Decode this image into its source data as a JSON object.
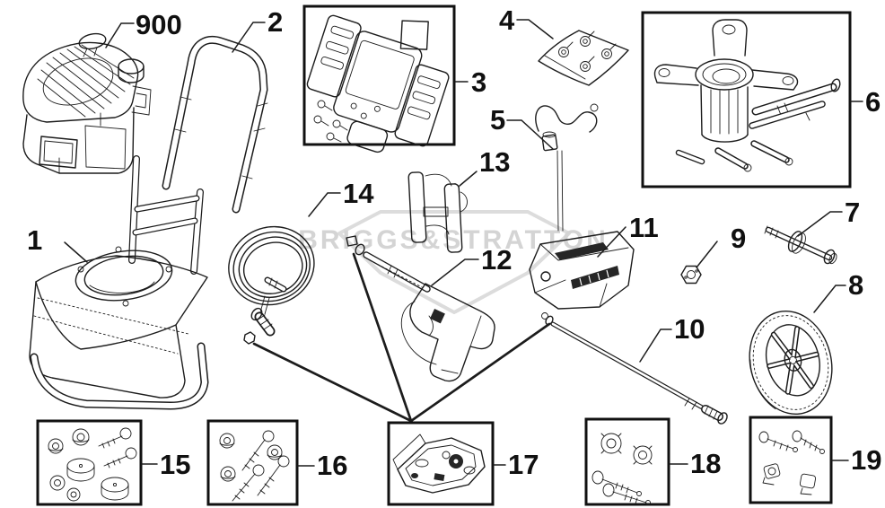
{
  "diagram": {
    "watermark_text": "BRIGGS&STRATTON",
    "callouts": {
      "engine": "900",
      "base_frame": "1",
      "handle": "2",
      "control_panel": "3",
      "nozzle_kit": "4",
      "chemical_hose": "5",
      "pump": "6",
      "axle_bolt": "7",
      "wheel": "8",
      "lock_nut": "9",
      "spray_wand": "10",
      "accessory_bag": "11",
      "spray_gun": "12",
      "hose_hook": "13",
      "high_pressure_hose": "14",
      "hardware_kit_15": "15",
      "hardware_kit_16": "16",
      "maintenance_kit_17": "17",
      "knob_bolt_kit_18": "18",
      "knob_bolt_kit_19": "19"
    },
    "colors": {
      "line": "#1c1c1c",
      "label_text": "#101010",
      "watermark": "#d4d4d4",
      "background": "#ffffff"
    }
  }
}
